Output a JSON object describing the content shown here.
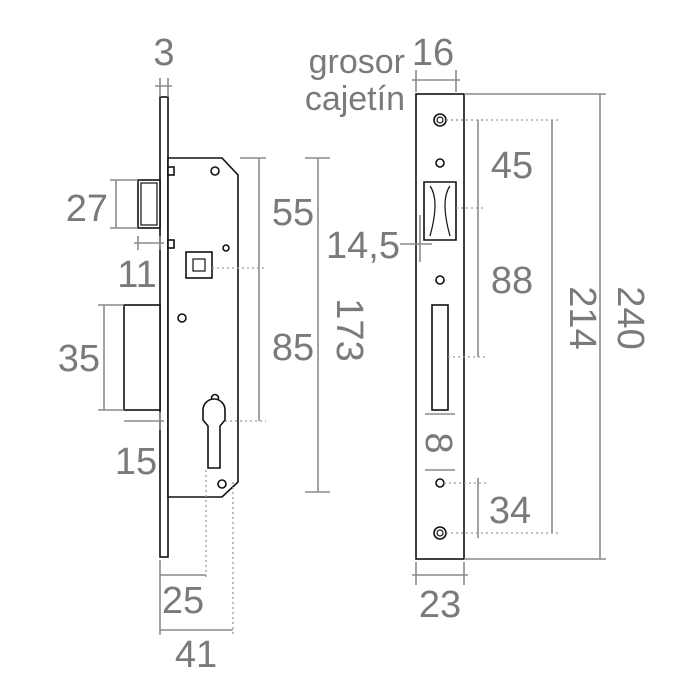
{
  "labels": {
    "front_thickness": "3",
    "bolt_height": "27",
    "bolt_gap": "11",
    "latch_height": "35",
    "latch_offset": "15",
    "upper_spacing": "55",
    "lower_spacing": "85",
    "body_height": "173",
    "backset": "25",
    "case_depth": "41",
    "grosor": "grosor",
    "cajetin": "cajetín",
    "grosor_value": "16",
    "strike_offset": "14,5",
    "strike_upper": "45",
    "strike_middle": "88",
    "strike_small": "8",
    "strike_lower": "34",
    "strike_width": "23",
    "strike_screws": "214",
    "strike_total": "240"
  }
}
